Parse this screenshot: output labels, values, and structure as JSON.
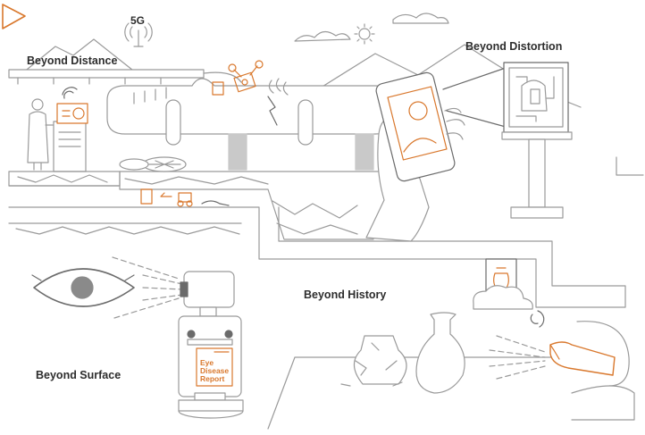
{
  "labels": {
    "beyond_distance": "Beyond Distance",
    "beyond_distortion": "Beyond Distortion",
    "beyond_history": "Beyond History",
    "beyond_surface": "Beyond Surface",
    "network": "5G"
  },
  "report_card": {
    "line1": "Eye",
    "line2": "Disease",
    "line3": "Report"
  },
  "colors": {
    "line": "#9a9a9a",
    "dark": "#6b6b6b",
    "accent": "#d9782d",
    "fill": "#c9c9c9"
  },
  "icons": [
    "play-triangle-icon",
    "5g-tower-icon",
    "sun-icon",
    "wifi-icon",
    "drone-icon",
    "eye-icon",
    "ultrasound-probe-icon"
  ]
}
